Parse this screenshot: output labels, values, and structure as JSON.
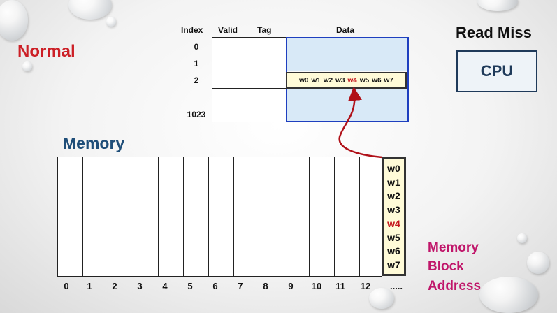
{
  "labels": {
    "normal": "Normal",
    "read_miss": "Read Miss",
    "cpu": "CPU",
    "memory": "Memory",
    "memory_block_address": [
      "Memory",
      "Block",
      "Address"
    ]
  },
  "cache": {
    "headers": {
      "index": "Index",
      "valid": "Valid",
      "tag": "Tag",
      "data": "Data"
    },
    "index_labels": [
      "0",
      "1",
      "2",
      "",
      "1023"
    ],
    "row2_words": [
      "w0",
      "w1",
      "w2",
      "w3",
      "w4",
      "w5",
      "w6",
      "w7"
    ],
    "highlight_word": "w4"
  },
  "memory": {
    "addresses": [
      "0",
      "1",
      "2",
      "3",
      "4",
      "5",
      "6",
      "7",
      "8",
      "9",
      "10",
      "11",
      "12",
      "....."
    ],
    "block_words": [
      "w0",
      "w1",
      "w2",
      "w3",
      "w4",
      "w5",
      "w6",
      "w7"
    ],
    "highlight_word": "w4"
  },
  "colors": {
    "normal_title": "#cc1f26",
    "memory_title": "#1f4e79",
    "block_address_label": "#c0166a",
    "highlight": "#c4161c",
    "arrow": "#b01018",
    "data_fill": "#d8e9f7",
    "data_border": "#1e3fbf",
    "block_fill": "#fffbd8"
  }
}
